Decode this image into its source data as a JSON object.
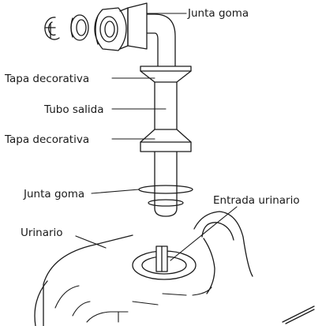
{
  "labels": {
    "junta_goma_top": "Junta goma",
    "tapa_decorativa_upper": "Tapa decorativa",
    "tubo_salida": "Tubo salida",
    "tapa_decorativa_lower": "Tapa decorativa",
    "junta_goma_bottom": "Junta goma",
    "entrada_urinario": "Entrada urinario",
    "urinario": "Urinario"
  }
}
